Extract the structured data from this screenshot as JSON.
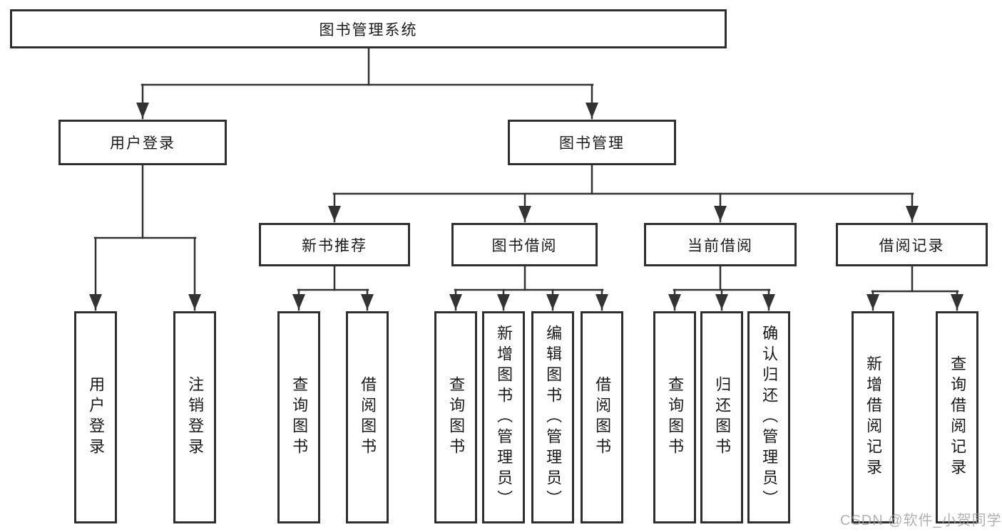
{
  "tree": {
    "root": {
      "label": "图书管理系统",
      "children": [
        {
          "label": "用户登录",
          "children": [
            {
              "label": "用户登录"
            },
            {
              "label": "注销登录"
            }
          ]
        },
        {
          "label": "图书管理",
          "children": [
            {
              "label": "新书推荐",
              "children": [
                {
                  "label": "查询图书"
                },
                {
                  "label": "借阅图书"
                }
              ]
            },
            {
              "label": "图书借阅",
              "children": [
                {
                  "label": "查询图书"
                },
                {
                  "label": "新增图书（管理员）"
                },
                {
                  "label": "编辑图书（管理员）"
                },
                {
                  "label": "借阅图书"
                }
              ]
            },
            {
              "label": "当前借阅",
              "children": [
                {
                  "label": "查询图书"
                },
                {
                  "label": "归还图书"
                },
                {
                  "label": "确认归还（管理员）"
                }
              ]
            },
            {
              "label": "借阅记录",
              "children": [
                {
                  "label": "新增借阅记录"
                },
                {
                  "label": "查询借阅记录"
                }
              ]
            }
          ]
        }
      ]
    }
  },
  "watermark": {
    "text": "CSDN @软件_小贺同学"
  },
  "colors": {
    "background": "#ffffff",
    "line": "#333333",
    "box_border": "#2f2f2f",
    "text": "#1a1a1a",
    "watermark": "#9f9f9f"
  }
}
